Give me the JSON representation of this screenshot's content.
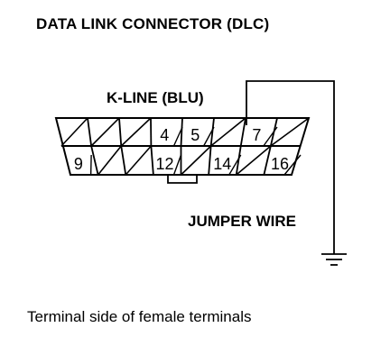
{
  "title": "DATA LINK CONNECTOR (DLC)",
  "kline_label": "K-LINE (BLU)",
  "jumper_label": "JUMPER WIRE",
  "caption": "Terminal side of female terminals",
  "connector": {
    "top_row": [
      "",
      "",
      "",
      "4",
      "5",
      "",
      "7",
      ""
    ],
    "bottom_row": [
      "9",
      "",
      "",
      "12",
      "",
      "14",
      "",
      "16"
    ]
  }
}
